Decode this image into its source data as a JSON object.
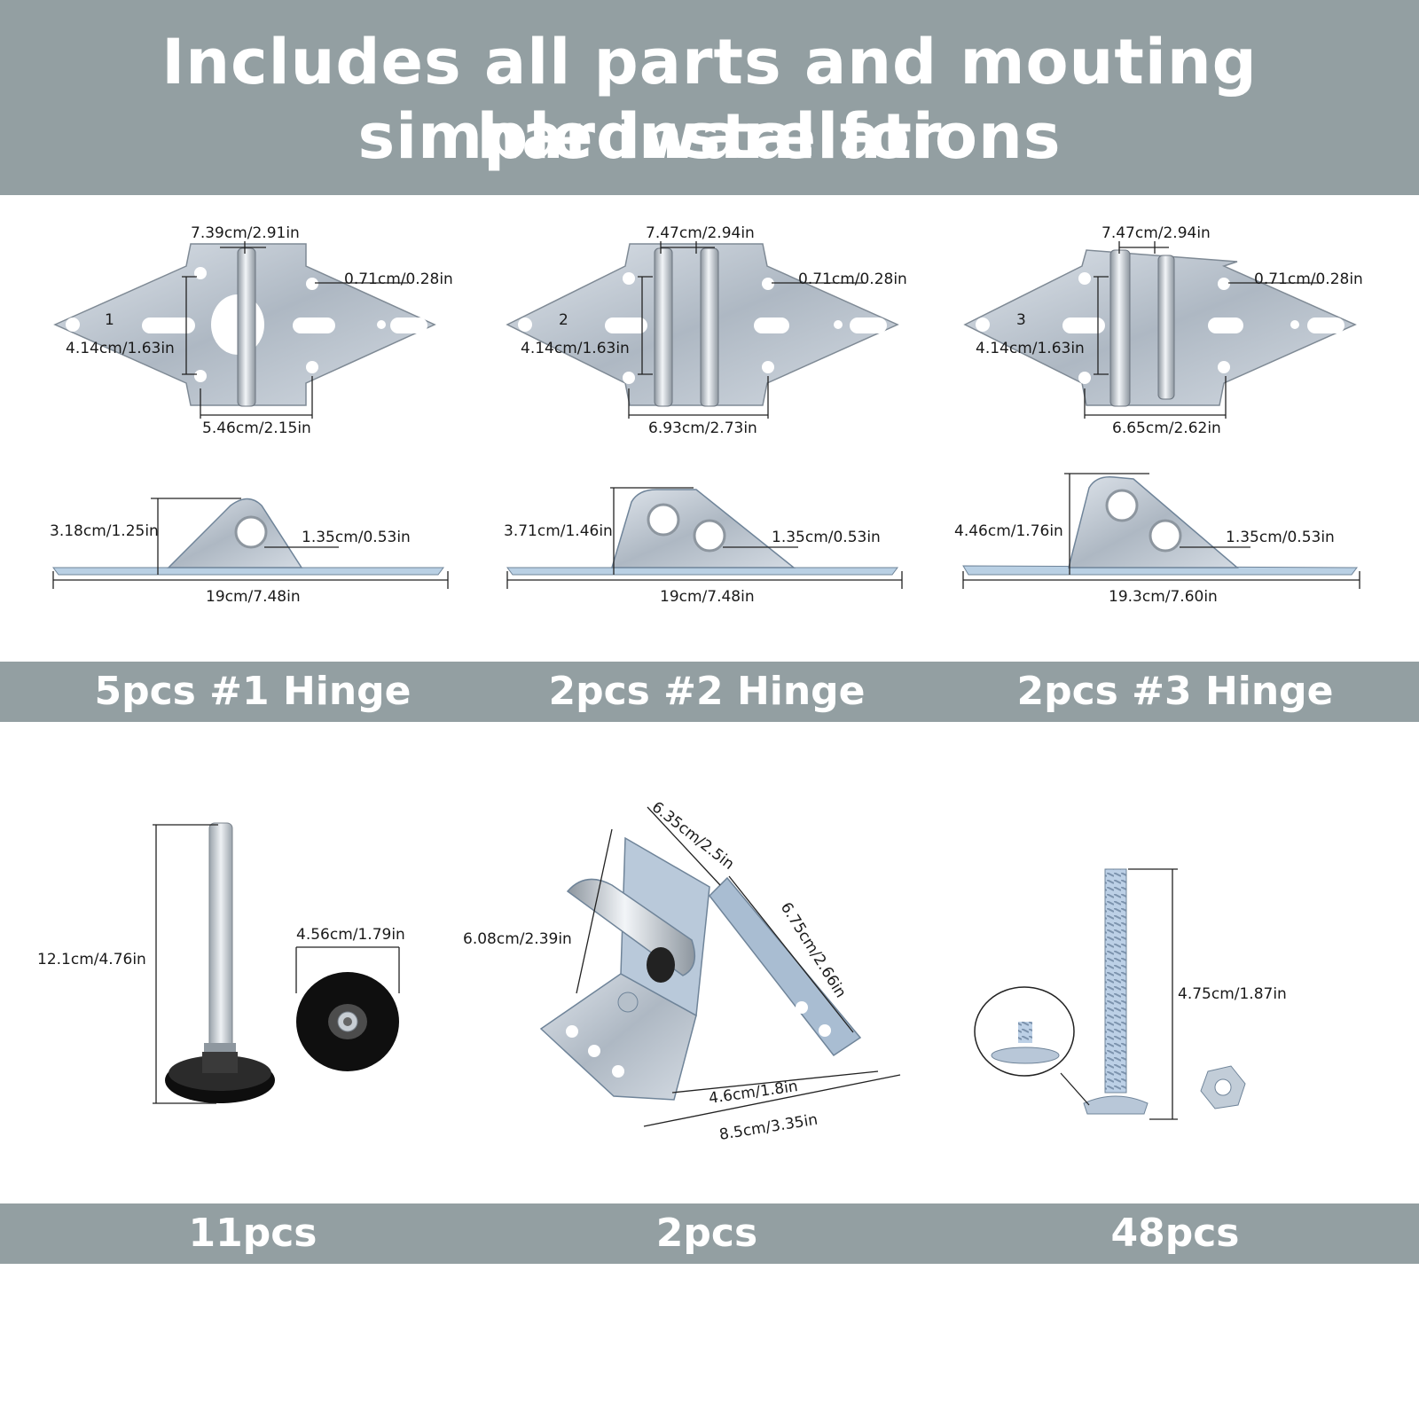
{
  "header": {
    "line1": "Includes all parts and mouting hardware for",
    "line2": "simple installations"
  },
  "colors": {
    "band": "#939fa2",
    "band_text": "#ffffff",
    "metal": "#c5ccd4",
    "metal_dark": "#8d969f",
    "roller": "#111111"
  },
  "hinges": [
    {
      "label": "5pcs #1 Hinge",
      "engraved": "1",
      "top_view": {
        "top_width": "7.39cm/2.91in",
        "hole": "0.71cm/0.28in",
        "height": "4.14cm/1.63in",
        "bottom_width": "5.46cm/2.15in"
      },
      "side_view": {
        "height": "3.18cm/1.25in",
        "hole": "1.35cm/0.53in",
        "length": "19cm/7.48in"
      }
    },
    {
      "label": "2pcs #2 Hinge",
      "engraved": "2",
      "top_view": {
        "top_width": "7.47cm/2.94in",
        "hole": "0.71cm/0.28in",
        "height": "4.14cm/1.63in",
        "bottom_width": "6.93cm/2.73in"
      },
      "side_view": {
        "height": "3.71cm/1.46in",
        "hole": "1.35cm/0.53in",
        "length": "19cm/7.48in"
      }
    },
    {
      "label": "2pcs #3 Hinge",
      "engraved": "3",
      "top_view": {
        "top_width": "7.47cm/2.94in",
        "hole": "0.71cm/0.28in",
        "height": "4.14cm/1.63in",
        "bottom_width": "6.65cm/2.62in"
      },
      "side_view": {
        "height": "4.46cm/1.76in",
        "hole": "1.35cm/0.53in",
        "length": "19.3cm/7.60in"
      }
    }
  ],
  "parts": [
    {
      "label": "11pcs",
      "item": "roller",
      "shaft_length": "12.1cm/4.76in",
      "wheel_diameter": "4.56cm/1.79in"
    },
    {
      "label": "2pcs",
      "item": "bracket",
      "top": "6.35cm/2.5in",
      "height": "6.08cm/2.39in",
      "side": "6.75cm/2.66in",
      "inner_base": "4.6cm/1.8in",
      "base": "8.5cm/3.35in"
    },
    {
      "label": "48pcs",
      "item": "bolt",
      "length": "4.75cm/1.87in"
    }
  ]
}
